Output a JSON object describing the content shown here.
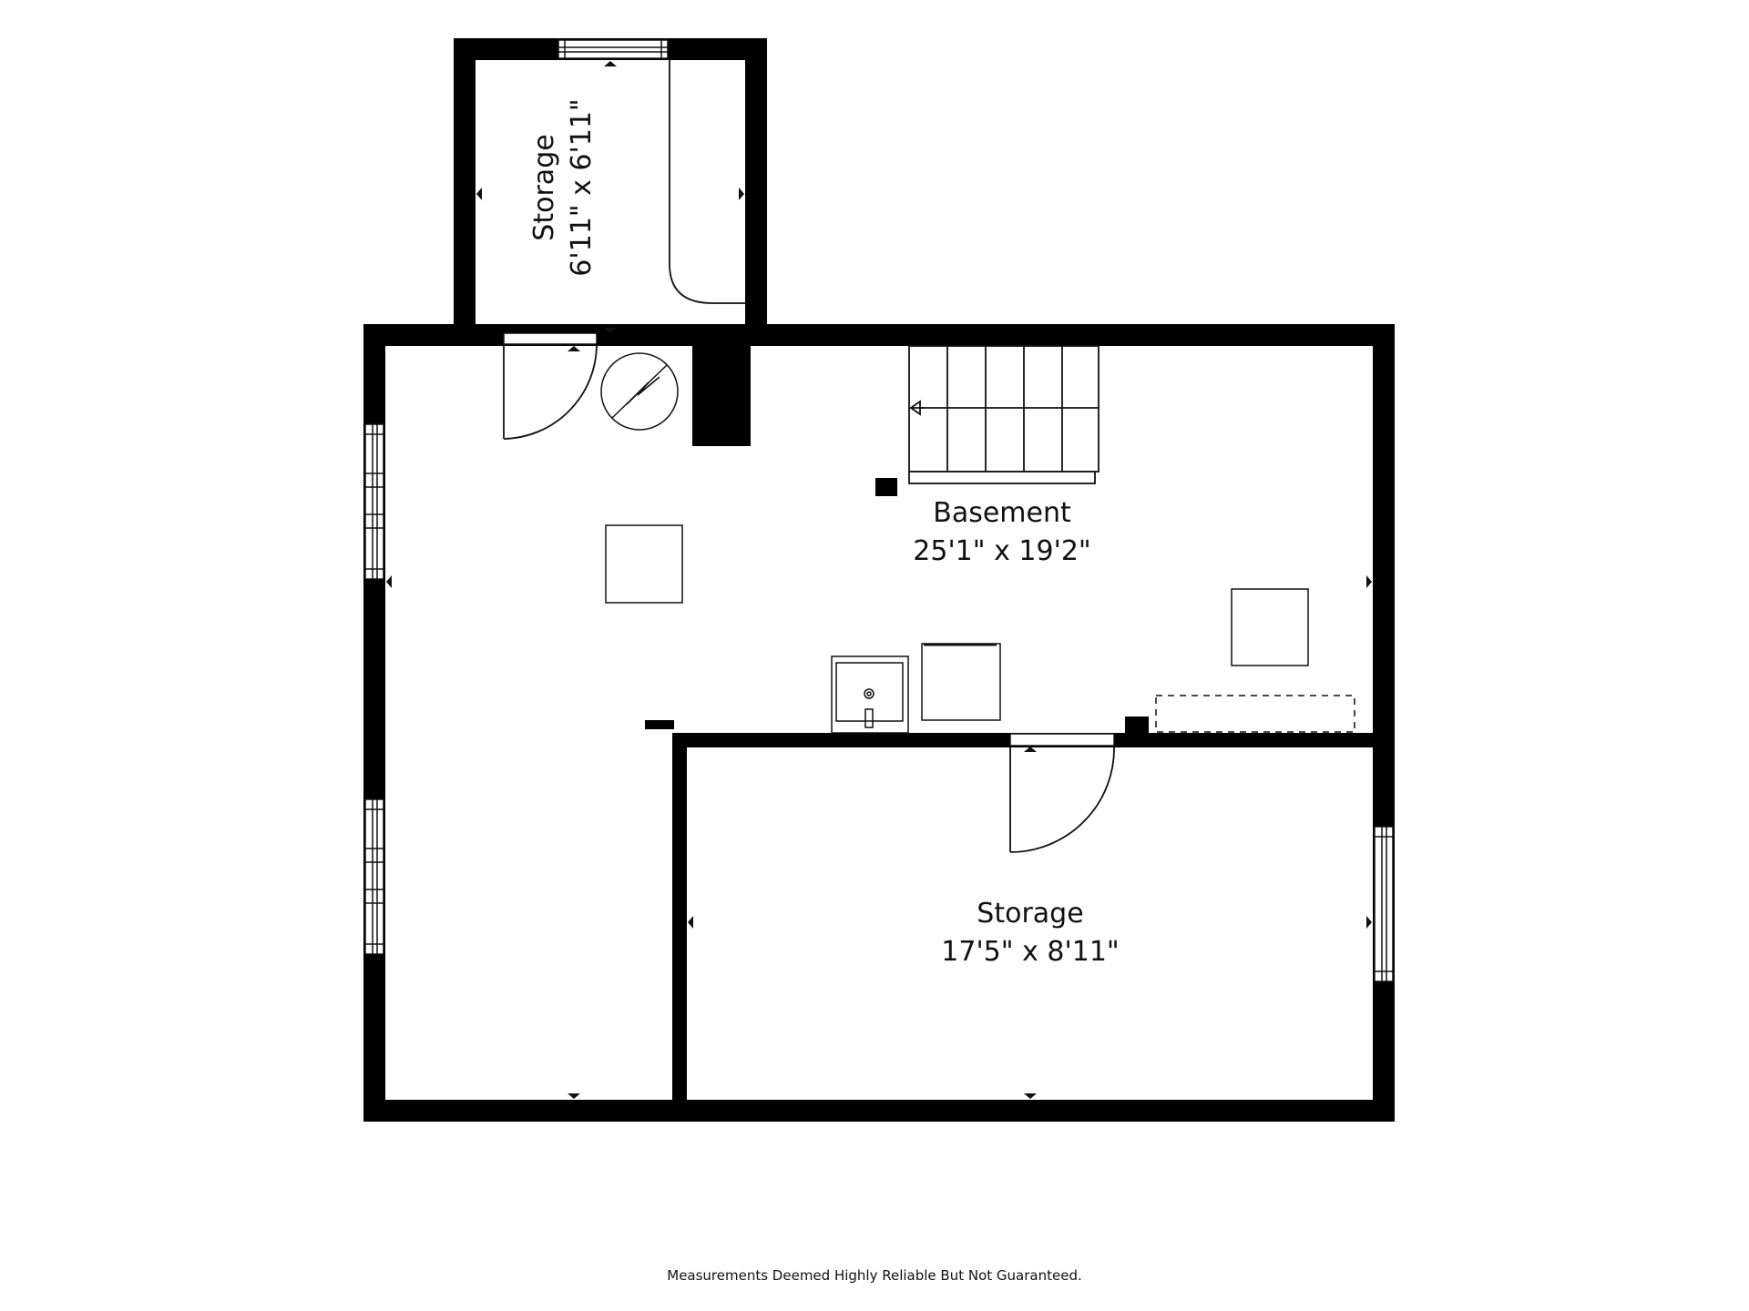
{
  "rooms": {
    "storage_top": {
      "name": "Storage",
      "dimensions": "6'11\" x 6'11\""
    },
    "basement": {
      "name": "Basement",
      "dimensions": "25'1\" x 19'2\""
    },
    "storage_bottom": {
      "name": "Storage",
      "dimensions": "17'5\" x 8'11\""
    }
  },
  "footer": {
    "disclaimer": "Measurements Deemed Highly Reliable But Not Guaranteed."
  },
  "colors": {
    "wall": "#000000",
    "background": "#ffffff",
    "line": "#111111"
  }
}
